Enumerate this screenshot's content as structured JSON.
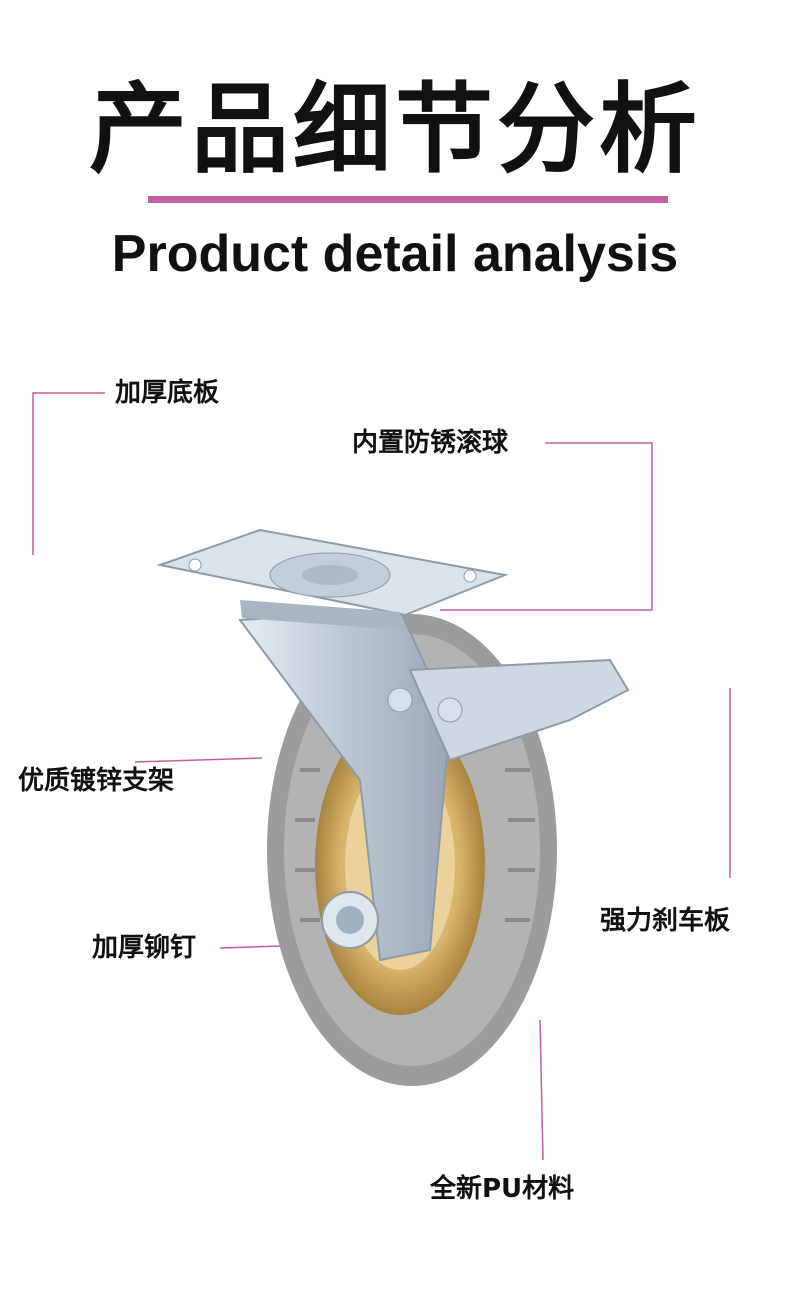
{
  "header": {
    "title_cn": "产品细节分析",
    "title_en": "Product detail analysis"
  },
  "callouts": {
    "thick_base_plate": "加厚底板",
    "rustproof_ball": "内置防锈滚球",
    "galvanized_bracket": "优质镀锌支架",
    "thick_rivet": "加厚铆钉",
    "brake_plate": "强力刹车板",
    "pu_material": "全新PU材料"
  },
  "colors": {
    "accent": "#c4609e",
    "wheel_tread": "#9c9c9c",
    "hub": "#d8b36a",
    "metal": "#c9d3dd"
  }
}
